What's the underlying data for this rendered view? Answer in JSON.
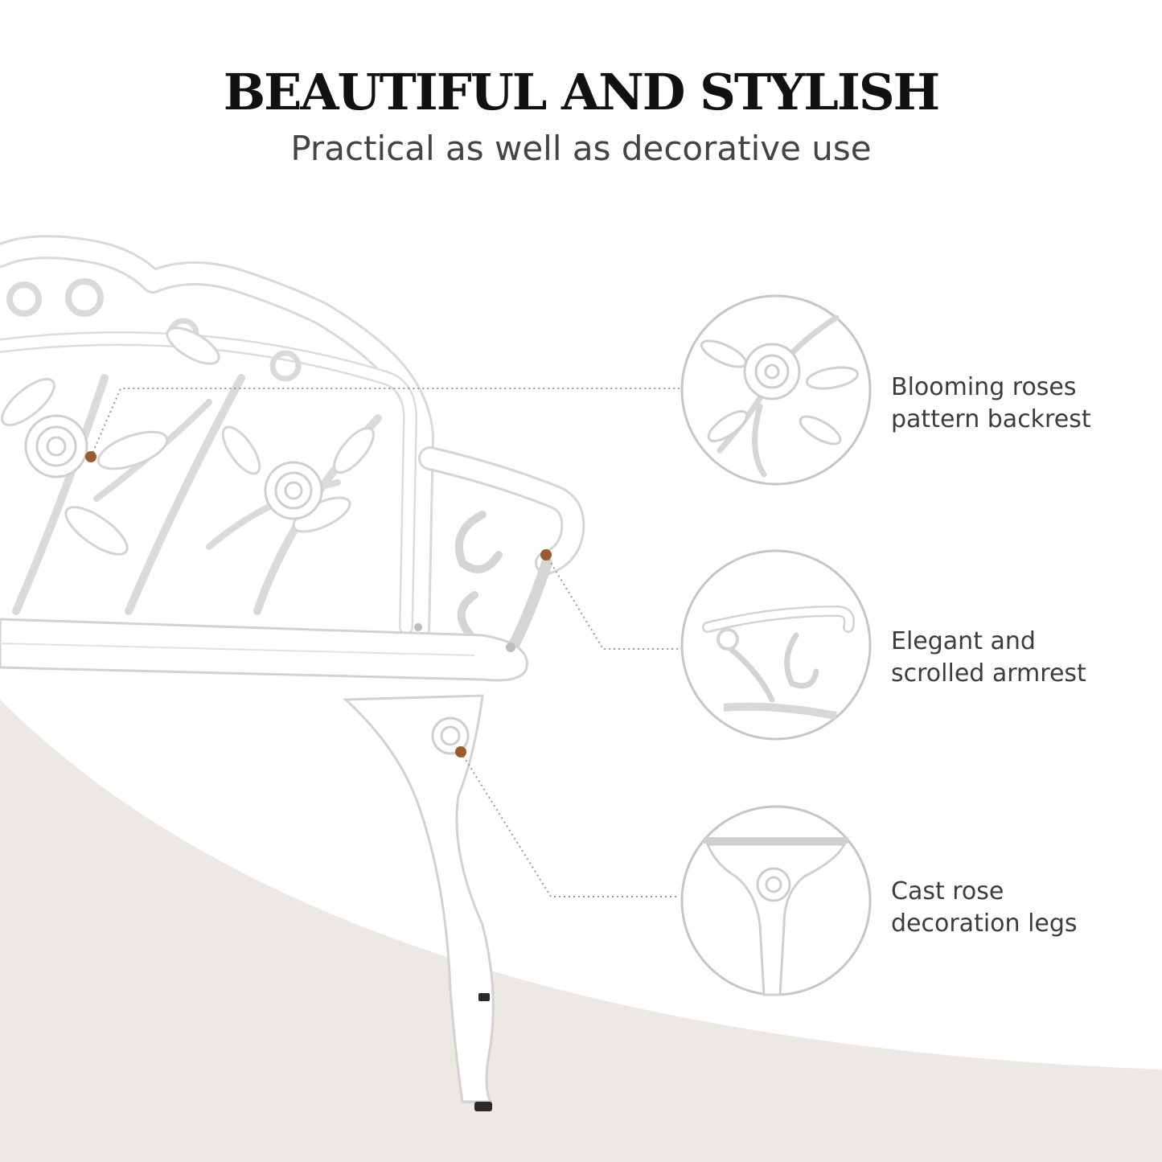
{
  "headline": "BEAUTIFUL AND STYLISH",
  "subheadline": "Practical as well as decorative use",
  "colors": {
    "background": "#ffffff",
    "floor_curve": "#ece8e3",
    "bench": "#f7f7f7",
    "bench_shadow": "#d6d6d6",
    "marker": "#9c5a2e",
    "circle_border": "#c9c6c2",
    "text_dark": "#111111",
    "text_gray": "#3c3c3c"
  },
  "features": [
    {
      "line1": "Blooming roses",
      "line2": "pattern backrest",
      "icon": "rose-backrest-detail"
    },
    {
      "line1": "Elegant and",
      "line2": "scrolled armrest",
      "icon": "scrolled-armrest-detail"
    },
    {
      "line1": "Cast rose",
      "line2": "decoration legs",
      "icon": "rose-leg-detail"
    }
  ]
}
